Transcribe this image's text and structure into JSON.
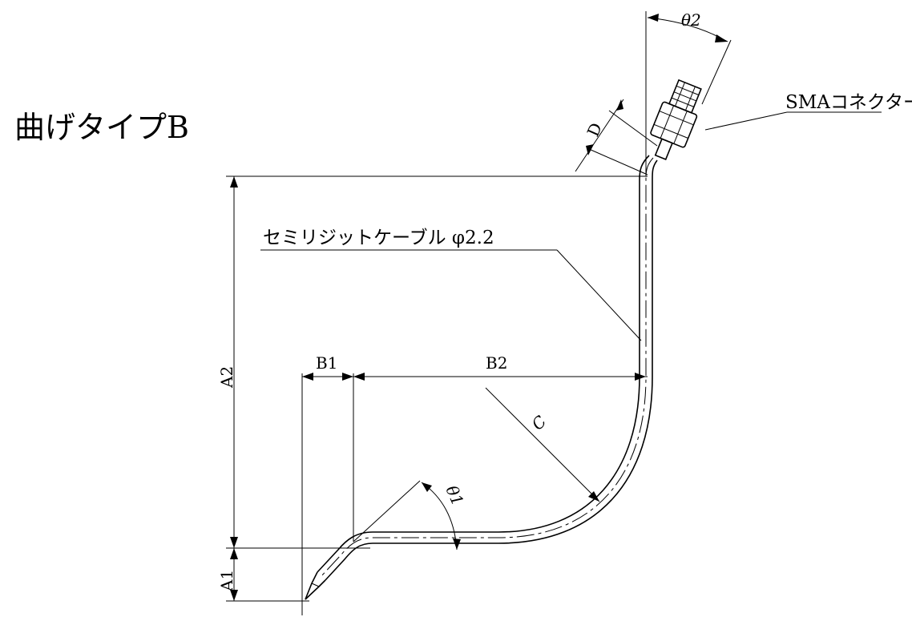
{
  "title": "曲げタイプB",
  "labels": {
    "connector": "SMAコネクター",
    "cable": "セミリジットケーブル φ2.2"
  },
  "dimensions": {
    "theta1": "θ1",
    "theta2": "θ2",
    "a1": "A1",
    "a2": "A2",
    "b1": "B1",
    "b2": "B2",
    "c": "C",
    "d": "D"
  }
}
